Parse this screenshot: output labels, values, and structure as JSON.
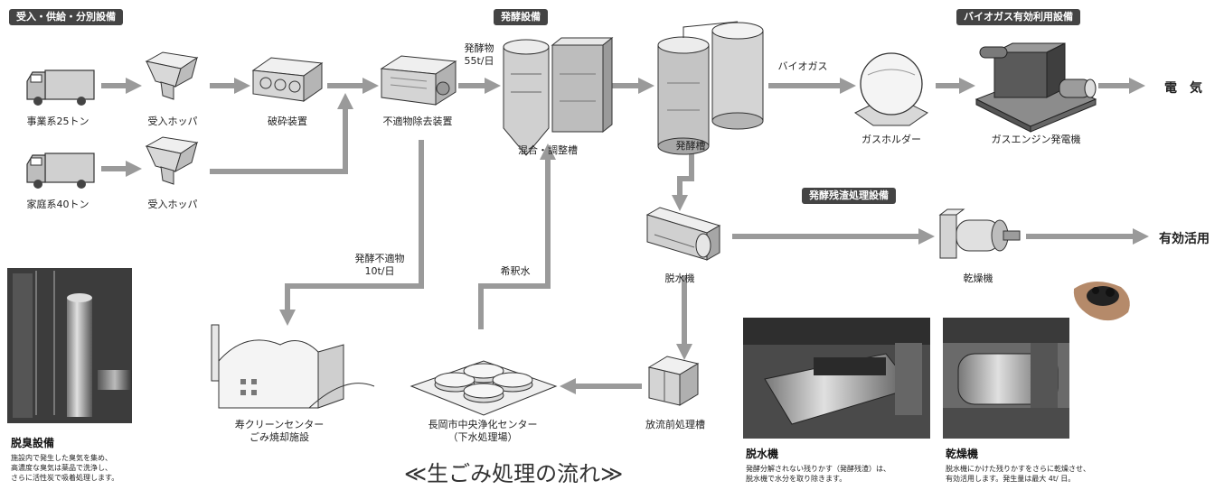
{
  "sections": {
    "receiving": "受入・供給・分別設備",
    "fermentation": "発酵設備",
    "biogas": "バイオガス有効利用設備",
    "residue": "発酵残渣処理設備"
  },
  "labels": {
    "truck_business": "事業系25トン",
    "hopper_1": "受入ホッパ",
    "crusher": "破砕装置",
    "separator": "不適物除去装置",
    "truck_household": "家庭系40トン",
    "hopper_2": "受入ホッパ",
    "mix_tank": "混合・調整槽",
    "fermenter": "発酵槽",
    "gas_holder": "ガスホルダー",
    "gas_engine": "ガスエンジン発電機",
    "dehydrator": "脱水機",
    "dryer": "乾燥機",
    "pre_discharge_tank": "放流前処理槽",
    "sewage_center_line1": "長岡市中央浄化センター",
    "sewage_center_line2": "（下水処理場）",
    "incinerator_line1": "寿クリーンセンター",
    "incinerator_line2": "ごみ焼却施設"
  },
  "flows": {
    "ferment_in_line1": "発酵物",
    "ferment_in_line2": "55t/日",
    "biogas": "バイオガス",
    "unfit_line1": "発酵不適物",
    "unfit_line2": "10t/日",
    "dilution_water": "希釈水"
  },
  "outputs": {
    "electricity": "電　気",
    "reuse": "有効活用"
  },
  "photos": {
    "deodorizer": {
      "title": "脱臭設備",
      "desc": "施設内で発生した臭気を集め、\n高濃度な臭気は薬品で洗浄し、\nさらに活性炭で吸着処理します。"
    },
    "dehydrator": {
      "title": "脱水機",
      "desc": "発酵分解されない残りかす（発酵残渣）は、\n脱水機で水分を取り除きます。"
    },
    "dryer": {
      "title": "乾燥機",
      "desc": "脱水機にかけた残りかすをさらに乾燥させ、\n有効活用します。発生量は最大 4t/ 日。"
    }
  },
  "caption": "≪生ごみ処理の流れ≫"
}
